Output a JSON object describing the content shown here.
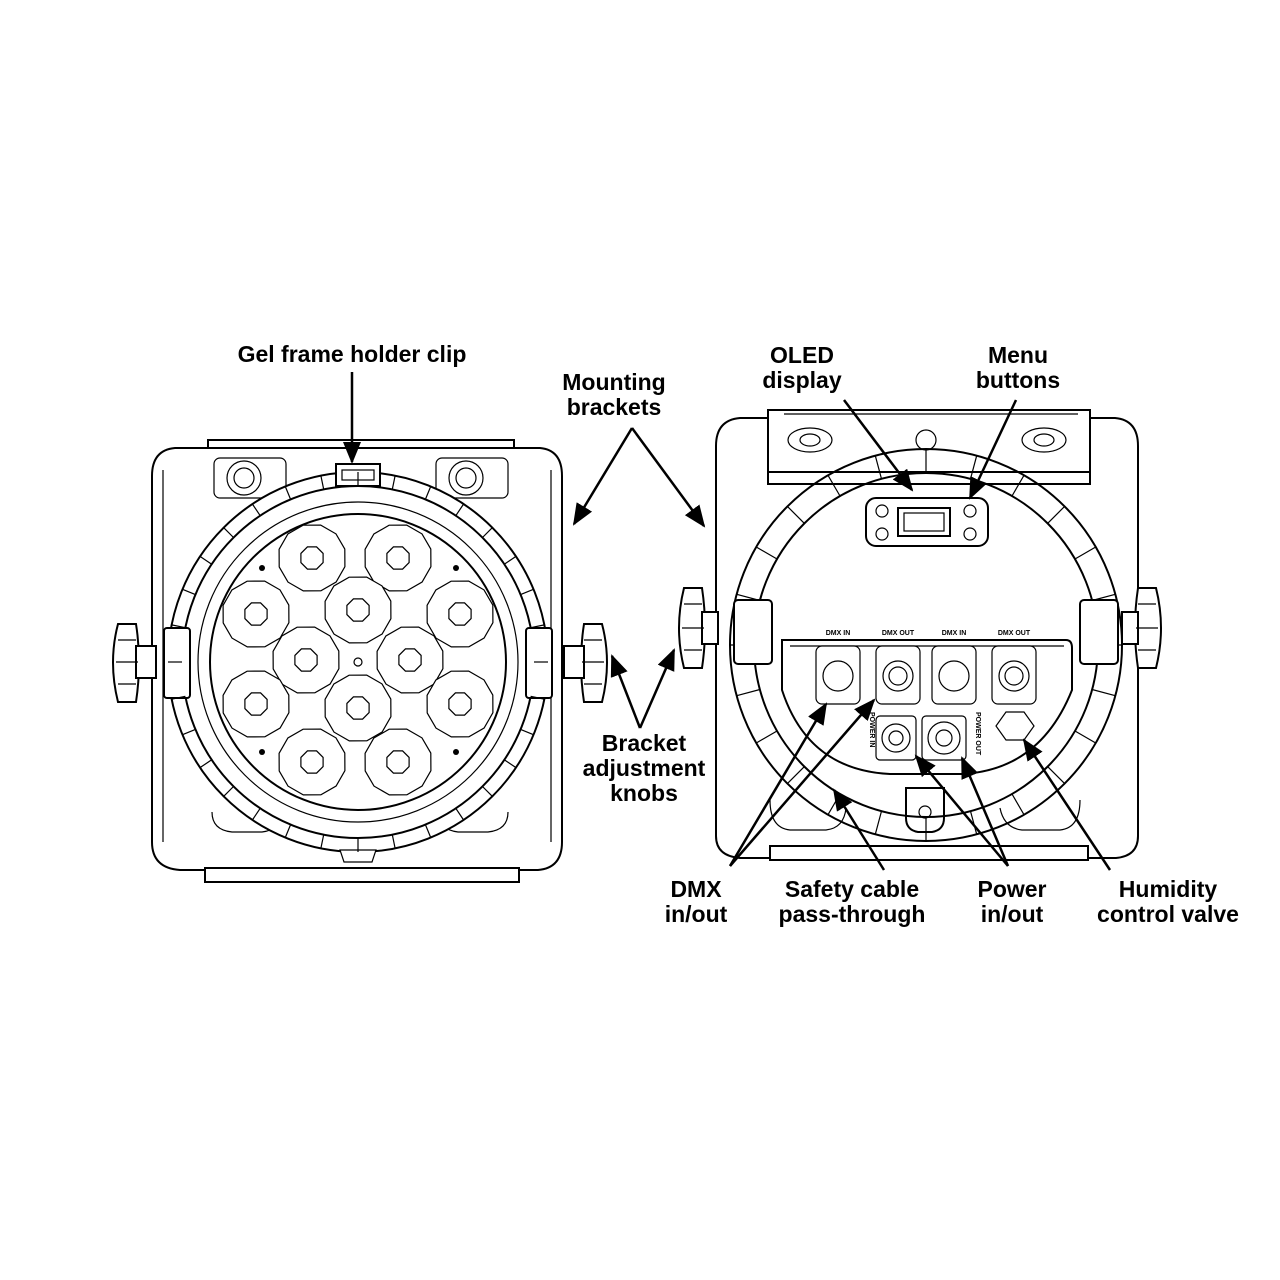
{
  "labels": {
    "gel_clip": "Gel frame holder clip",
    "mounting_1": "Mounting",
    "mounting_2": "brackets",
    "oled_1": "OLED",
    "oled_2": "display",
    "menu_1": "Menu",
    "menu_2": "buttons",
    "knobs_1": "Bracket",
    "knobs_2": "adjustment",
    "knobs_3": "knobs",
    "dmx_1": "DMX",
    "dmx_2": "in/out",
    "safety_1": "Safety cable",
    "safety_2": "pass-through",
    "power_1": "Power",
    "power_2": "in/out",
    "humidity_1": "Humidity",
    "humidity_2": "control valve"
  },
  "panel": {
    "dmx_in_a": "DMX IN",
    "dmx_out_a": "DMX OUT",
    "dmx_in_b": "DMX IN",
    "dmx_out_b": "DMX OUT",
    "power_in": "POWER IN",
    "power_out": "POWER OUT"
  }
}
